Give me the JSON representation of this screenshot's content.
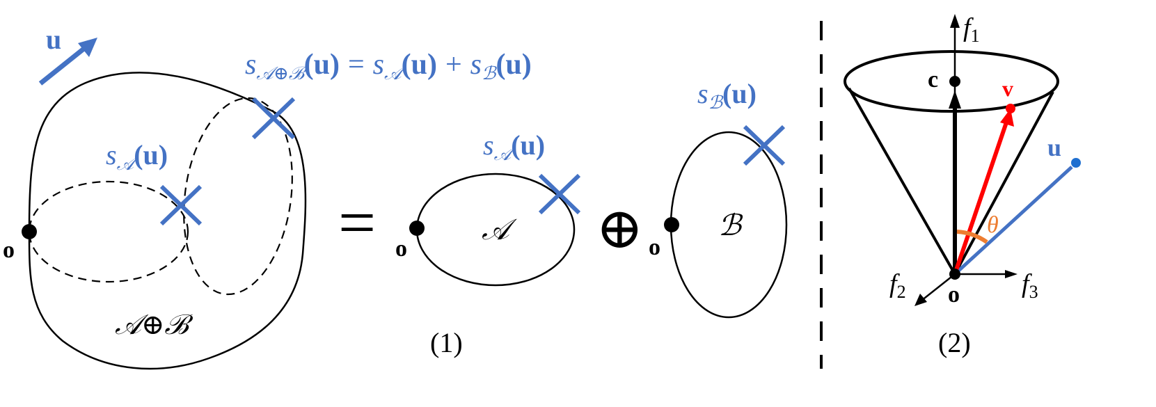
{
  "colors": {
    "blue": "#4472C4",
    "black": "#000000",
    "red": "#FF0000",
    "orange": "#ED7D31"
  },
  "panel1": {
    "dir_label": "u",
    "sum_formula": {
      "lhs": "s",
      "lhs_sub": "𝒜⊕ℬ",
      "arg1": "(u)",
      "eq": "=",
      "s_a": "s",
      "sub_a": "𝒜",
      "arg2": "(u)",
      "plus": "+",
      "s_b": "s",
      "sub_b": "ℬ",
      "arg3": "(u)"
    },
    "inner_support_label": {
      "s": "s",
      "sub": "𝒜",
      "arg": "(u)"
    },
    "origin_label": "o",
    "sum_set_label": "𝒜⊕ℬ",
    "equals": "=",
    "set_a": {
      "origin_label": "o",
      "name": "𝒜",
      "support_label": {
        "s": "s",
        "sub": "𝒜",
        "arg": "(u)"
      }
    },
    "oplus": "⊕",
    "set_b": {
      "origin_label": "o",
      "name": "ℬ",
      "support_label": {
        "s": "s",
        "sub": "ℬ",
        "arg": "(u)"
      }
    },
    "caption": "(1)"
  },
  "panel2": {
    "axis_f1": {
      "f": "f",
      "sub": "1"
    },
    "axis_f2": {
      "f": "f",
      "sub": "2"
    },
    "axis_f3": {
      "f": "f",
      "sub": "3"
    },
    "center_label": "c",
    "v_label": "v",
    "u_label": "u",
    "theta_label": "θ",
    "origin_label": "o",
    "caption": "(2)"
  }
}
